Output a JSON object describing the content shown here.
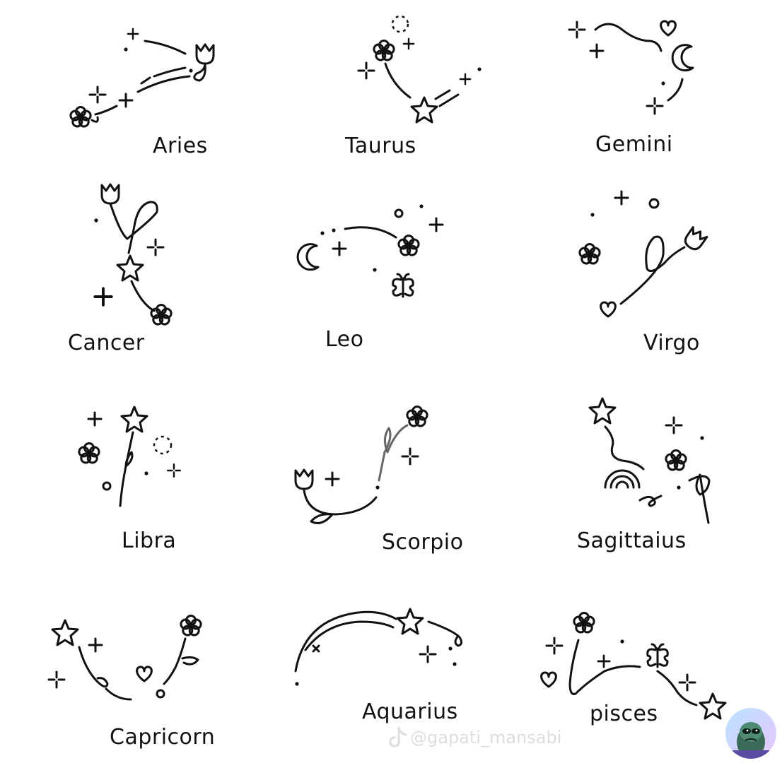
{
  "signs": [
    {
      "id": "aries",
      "name": "Aries"
    },
    {
      "id": "taurus",
      "name": "Taurus"
    },
    {
      "id": "gemini",
      "name": "Gemini"
    },
    {
      "id": "cancer",
      "name": "Cancer"
    },
    {
      "id": "leo",
      "name": "Leo"
    },
    {
      "id": "virgo",
      "name": "Virgo"
    },
    {
      "id": "libra",
      "name": "Libra"
    },
    {
      "id": "scorpio",
      "name": "Scorpio"
    },
    {
      "id": "sagittarius",
      "name": "Sagittaius"
    },
    {
      "id": "capricorn",
      "name": "Capricorn"
    },
    {
      "id": "aquarius",
      "name": "Aquarius"
    },
    {
      "id": "pisces",
      "name": "pisces"
    }
  ],
  "watermark": {
    "text": "@gapati_mansabi",
    "icon": "tiktok-logo-icon"
  },
  "avatar": {
    "icon": "avatar-icon"
  },
  "colors": {
    "ink": "#111111",
    "background": "#ffffff"
  }
}
